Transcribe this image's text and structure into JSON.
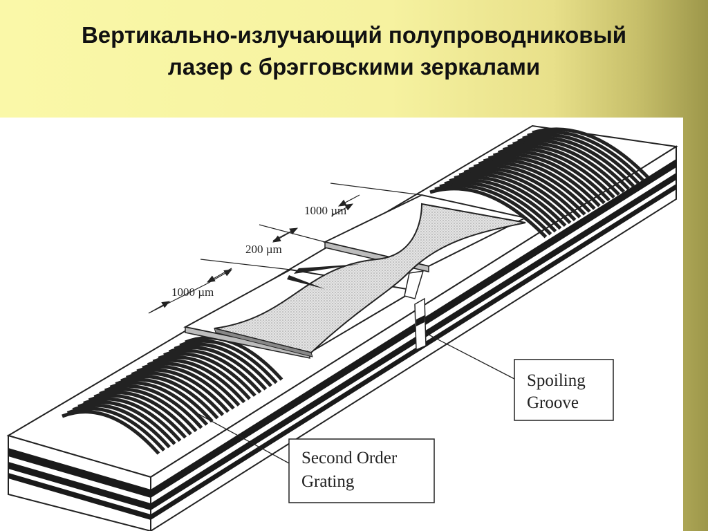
{
  "title": {
    "line1": "Вертикально-излучающий полупроводниковый",
    "line2": "лазер с брэгговскими зеркалами"
  },
  "diagram": {
    "dimension_top": "1000 µm",
    "dimension_middle": "200 µm",
    "dimension_bottom": "1000 µm",
    "callout_spoiling": {
      "line1": "Spoiling",
      "line2": "Groove"
    },
    "callout_grating": {
      "line1": "Second Order",
      "line2": "Grating"
    }
  },
  "colors": {
    "background": "#f6f2a0",
    "figure_background": "#ffffff",
    "line": "#222222",
    "layer_dark": "#1a1a1a"
  }
}
